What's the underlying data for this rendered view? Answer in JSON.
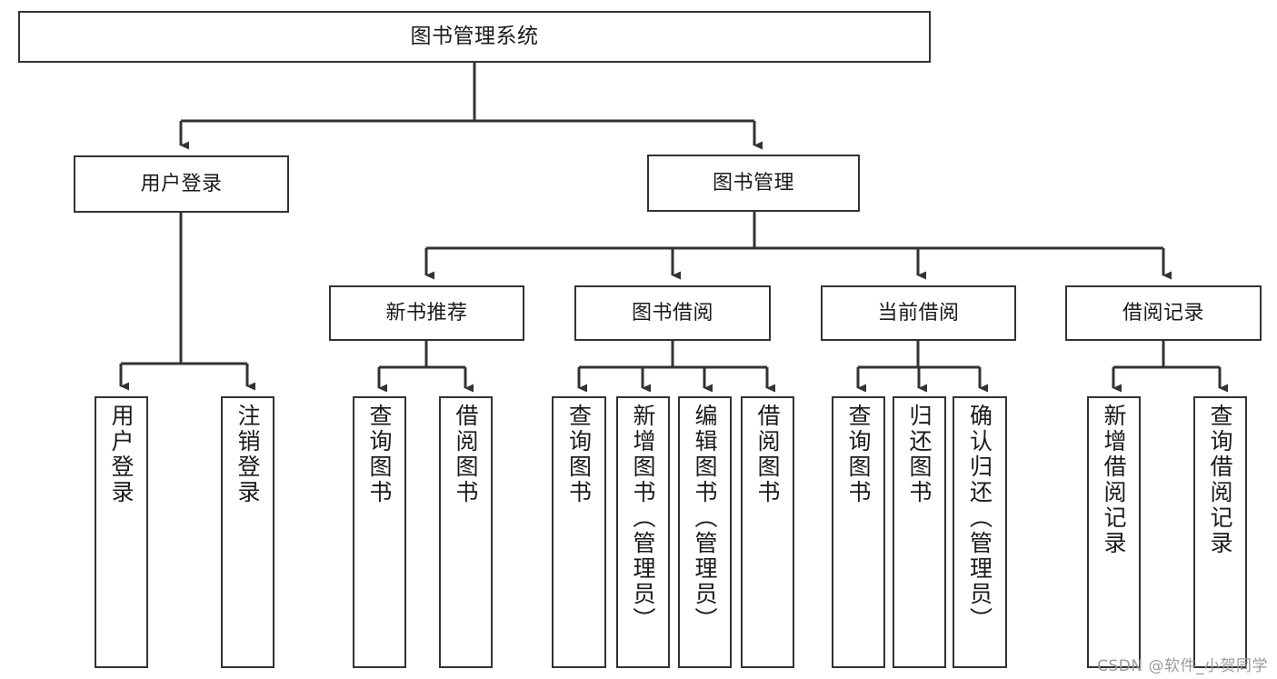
{
  "diagram": {
    "title": "图书管理系统",
    "type": "hierarchy-tree",
    "watermark": "CSDN @软件_小贺同学",
    "colors": {
      "border": "#333333",
      "background": "#ffffff",
      "text": "#1a1a1a",
      "watermark": "#9a9a9a"
    },
    "levels": {
      "level1": [
        {
          "id": "root",
          "label": "图书管理系统"
        }
      ],
      "level2": [
        {
          "id": "user-login",
          "label": "用户登录"
        },
        {
          "id": "book-manage",
          "label": "图书管理"
        }
      ],
      "level3": [
        {
          "id": "new-book-rec",
          "label": "新书推荐"
        },
        {
          "id": "book-borrow",
          "label": "图书借阅"
        },
        {
          "id": "current-borrow",
          "label": "当前借阅"
        },
        {
          "id": "borrow-record",
          "label": "借阅记录"
        }
      ],
      "level4": [
        {
          "id": "leaf-user-login",
          "label": "用户登录"
        },
        {
          "id": "leaf-logout-login",
          "label": "注销登录"
        },
        {
          "id": "leaf-query-book-1",
          "label": "查询图书"
        },
        {
          "id": "leaf-borrow-book-1",
          "label": "借阅图书"
        },
        {
          "id": "leaf-query-book-2",
          "label": "查询图书"
        },
        {
          "id": "leaf-add-book-admin",
          "label": "新增图书（管理员）"
        },
        {
          "id": "leaf-edit-book-admin",
          "label": "编辑图书（管理员）"
        },
        {
          "id": "leaf-borrow-book-2",
          "label": "借阅图书"
        },
        {
          "id": "leaf-query-book-3",
          "label": "查询图书"
        },
        {
          "id": "leaf-return-book",
          "label": "归还图书"
        },
        {
          "id": "leaf-confirm-return-admin",
          "label": "确认归还（管理员）"
        },
        {
          "id": "leaf-add-borrow-record",
          "label": "新增借阅记录"
        },
        {
          "id": "leaf-query-borrow-record",
          "label": "查询借阅记录"
        }
      ]
    }
  }
}
